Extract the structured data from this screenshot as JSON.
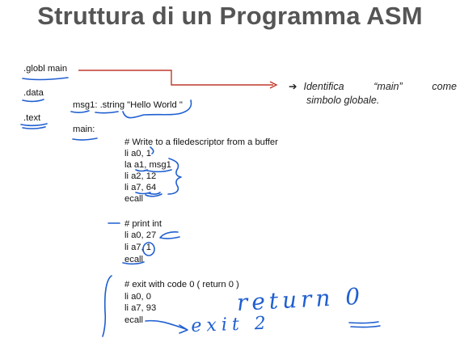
{
  "slide": {
    "title": "Struttura di un Programma ASM"
  },
  "directives": {
    "globl": ".globl main",
    "data": ".data",
    "text": ".text"
  },
  "data_section": {
    "msg1": "msg1: .string \"Hello World \""
  },
  "text_section": {
    "main_label": "main:",
    "block_write": {
      "comment": "# Write to a filedescriptor from a buffer",
      "lines": [
        "li a0, 1",
        "la a1, msg1",
        "li a2, 12",
        "li a7, 64",
        "ecall"
      ]
    },
    "block_print": {
      "comment": "# print int",
      "lines": [
        "li a0, 27",
        "li a7, 1",
        "ecall"
      ]
    },
    "block_exit": {
      "comment": "# exit with code 0 ( return 0 )",
      "lines": [
        "li a0, 0",
        "li a7, 93",
        "ecall"
      ]
    }
  },
  "annotation": {
    "arrow": "➔",
    "words": [
      "Identifica",
      "“main”",
      "come"
    ],
    "line2": "simbolo globale."
  },
  "handwriting": {
    "return": "return 0",
    "exit": "exit 2"
  },
  "colors": {
    "title": "#555555",
    "arrow_red": "#c0392b",
    "ink_blue": "#1f5fd0"
  }
}
